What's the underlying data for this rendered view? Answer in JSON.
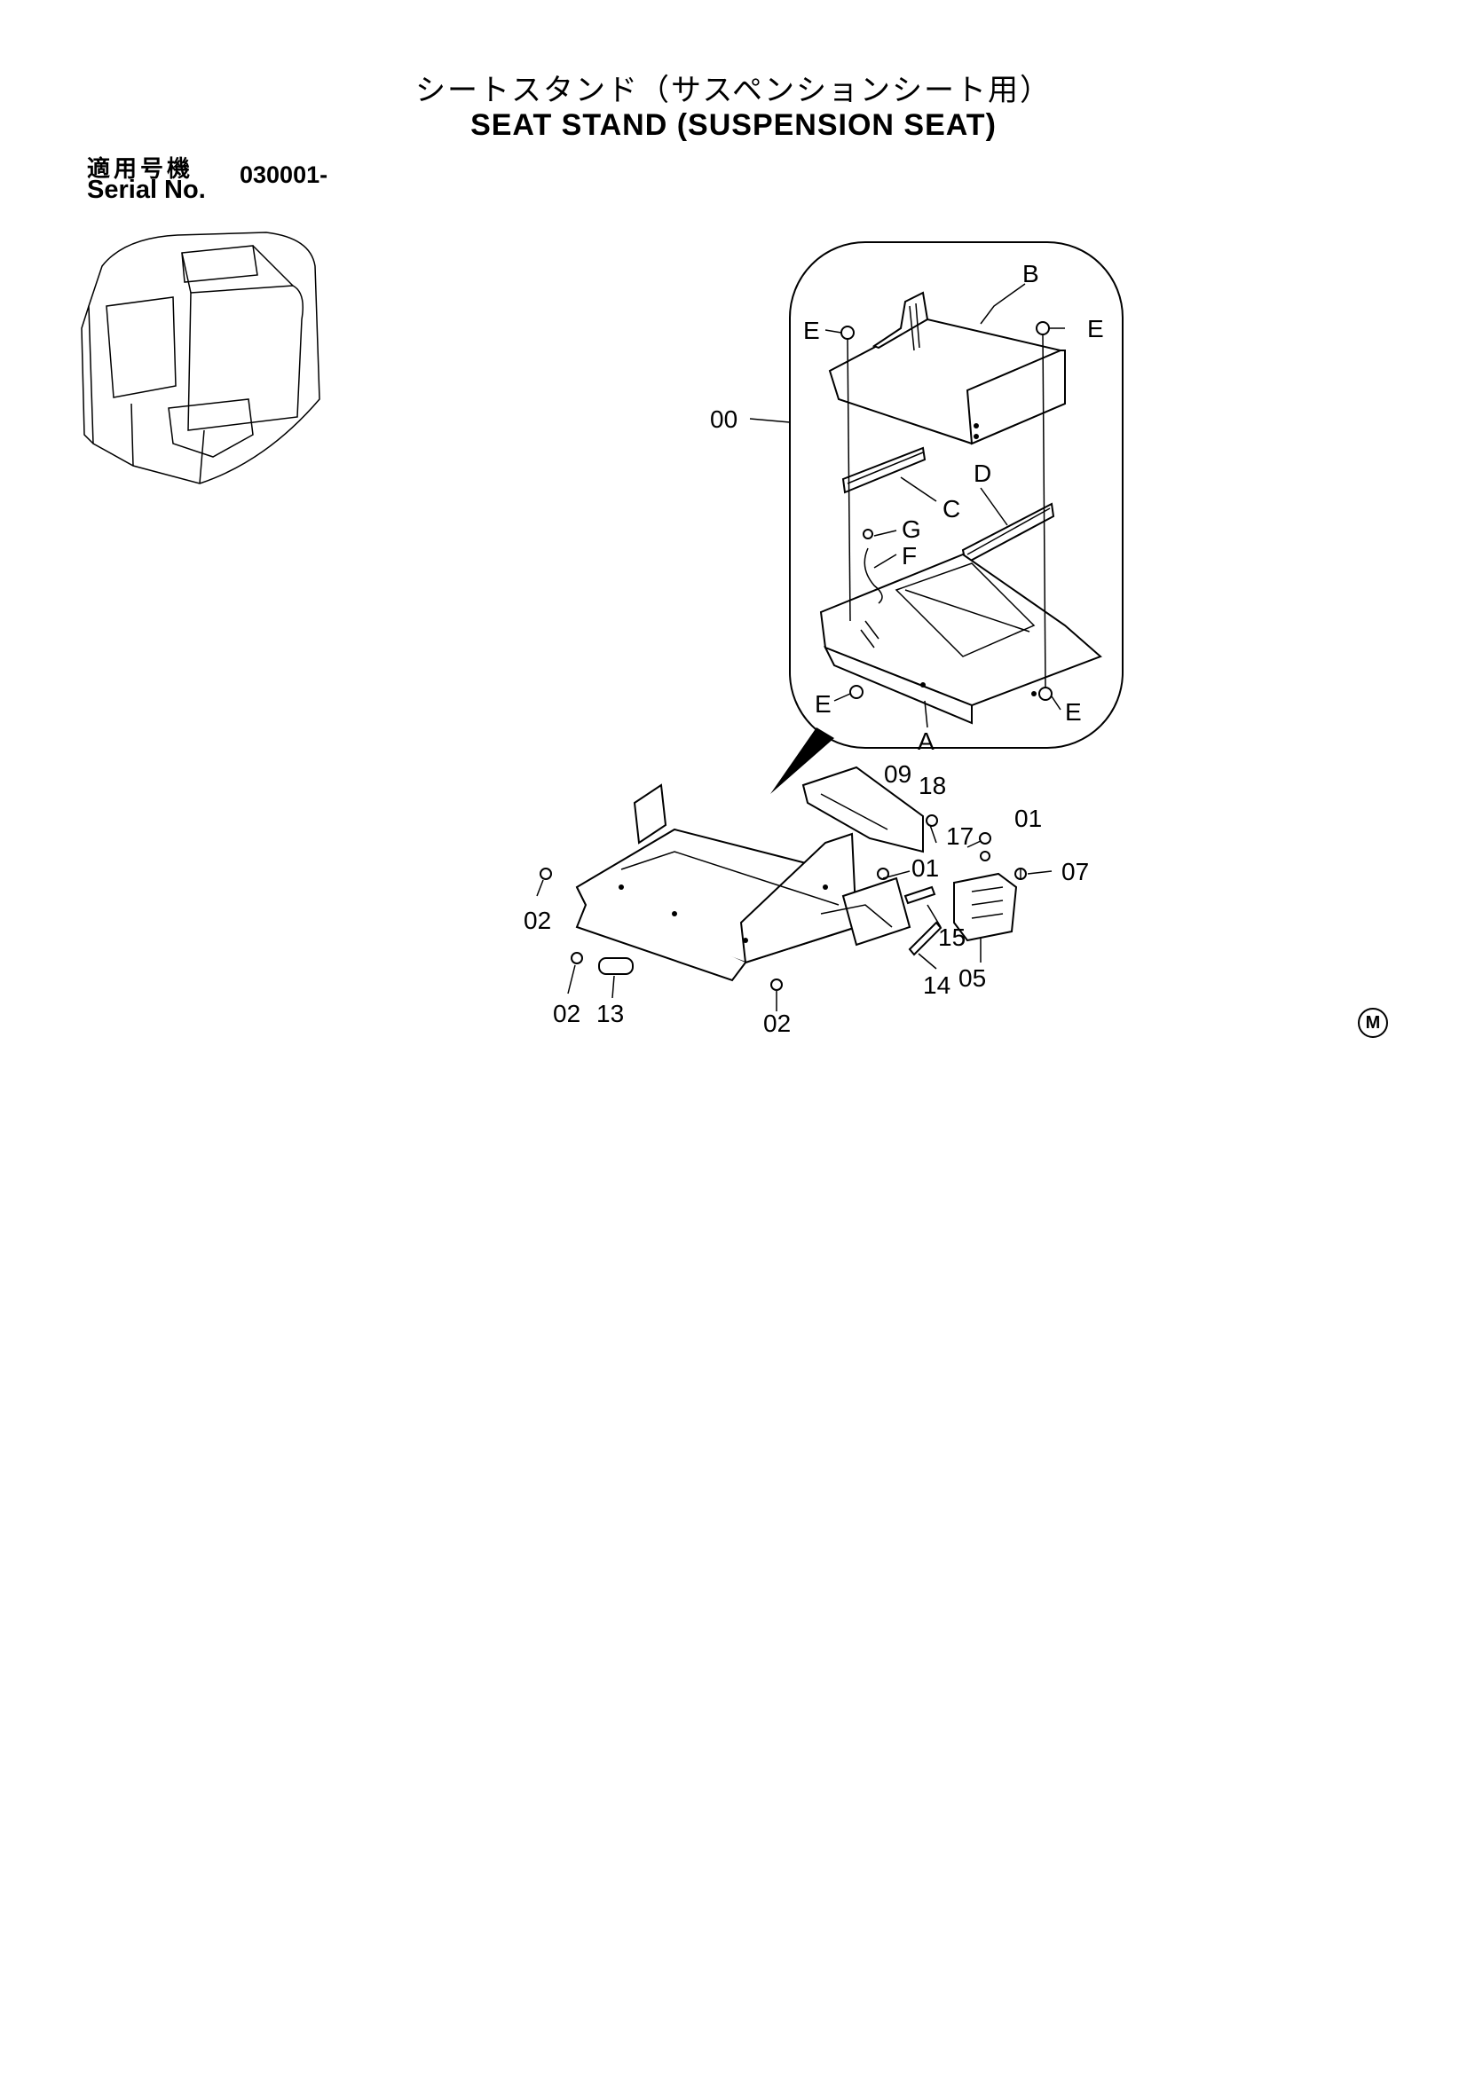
{
  "header": {
    "title_ja": "シートスタンド（サスペンションシート用）",
    "title_en": "SEAT STAND (SUSPENSION SEAT)",
    "serial_label_ja": "適用号機",
    "serial_label_en": "Serial No.",
    "serial_value": "030001-"
  },
  "callouts": {
    "assembly": "00",
    "detail": [
      "A",
      "B",
      "C",
      "D",
      "E",
      "F",
      "G"
    ],
    "parts": [
      "01",
      "02",
      "05",
      "07",
      "09",
      "13",
      "14",
      "15",
      "17",
      "18"
    ]
  },
  "footer": {
    "mark": "M"
  }
}
